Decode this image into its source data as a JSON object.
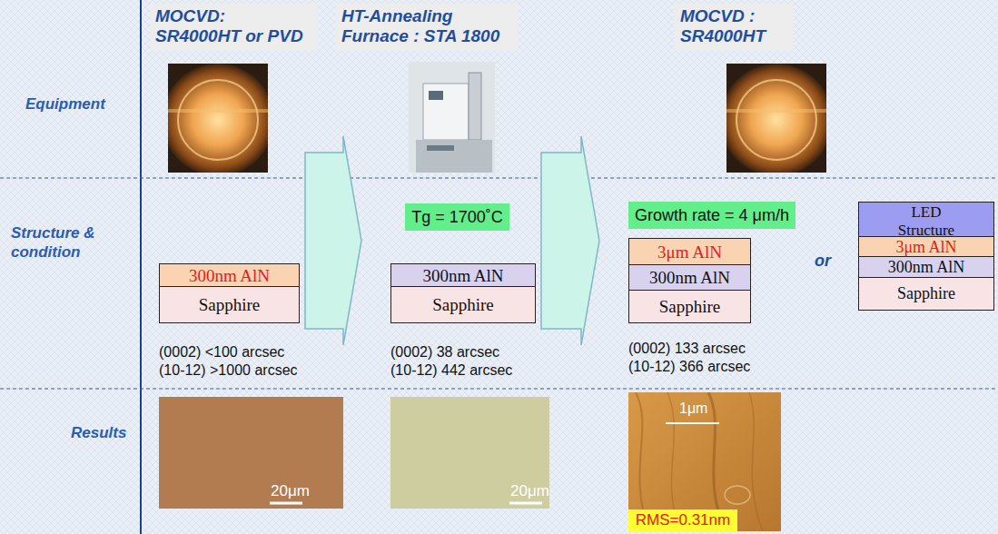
{
  "diagram": {
    "nodes": [
      {
        "text": [
          "MOCVD: SR4000HT or PVD"
        ]
      },
      {
        "text": [
          "HT-Annealing Furnace : STA 1800"
        ]
      },
      {
        "text": [
          "MOCVD : SR4000HT"
        ]
      },
      {
        "text": [
          "300nm AlN"
        ]
      },
      {
        "text": [
          "Sapphire"
        ]
      },
      {
        "text": [
          "Tg = 1700˚C"
        ]
      },
      {
        "text": [
          "300nm AlN"
        ]
      },
      {
        "text": [
          "Sapphire"
        ]
      },
      {
        "text": [
          "Growth rate = 4 μm/h"
        ]
      },
      {
        "text": [
          "3μm AlN"
        ]
      },
      {
        "text": [
          "300nm AlN"
        ]
      },
      {
        "text": [
          "Sapphire"
        ]
      },
      {
        "text": [
          "LED Structure"
        ]
      },
      {
        "text": [
          "3μm AlN"
        ]
      },
      {
        "text": [
          "300nm AlN"
        ]
      },
      {
        "text": [
          "Sapphire"
        ]
      },
      {
        "text": [
          "RMS=0.31nm"
        ]
      }
    ],
    "edges": [
      {
        "from": 3,
        "to": 6,
        "arrow": "to"
      },
      {
        "from": 6,
        "to": 10,
        "arrow": "to"
      }
    ],
    "labels": [
      "Equipment",
      "Structure & condition",
      "Results",
      "(0002) <100 arcsec",
      "(10-12) >1000 arcsec",
      "(0002) 38 arcsec",
      "(10-12) 442 arcsec",
      "or",
      "(0002) 133 arcsec",
      "(10-12) 366 arcsec",
      "20μm",
      "20μm",
      "1μm"
    ]
  }
}
